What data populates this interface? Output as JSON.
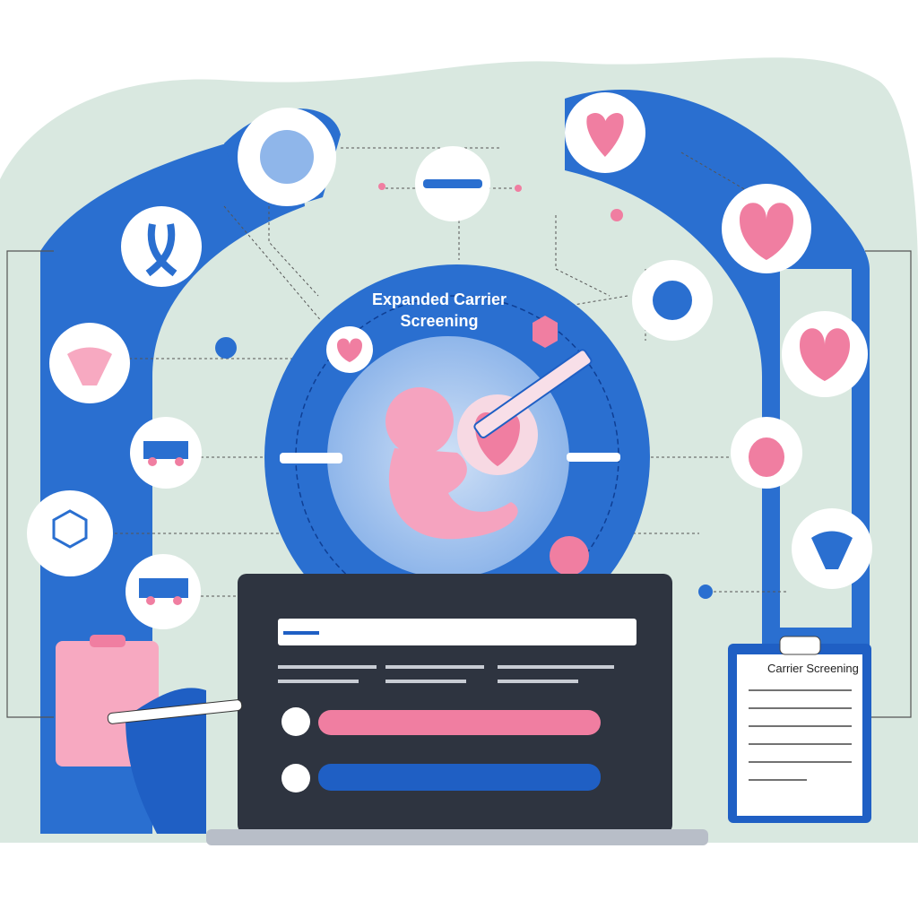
{
  "center": {
    "title_line1": "Expanded Carrier",
    "title_line2": "Screening"
  },
  "clipboard_right": {
    "heading": "Carrier Screening"
  },
  "colors": {
    "background": "#d9e8e0",
    "arch_blue": "#2a6fd0",
    "deep_blue": "#1f5fc4",
    "pink": "#f07ea1",
    "light_pink": "#f8b6c8",
    "laptop_dark": "#2e3440"
  },
  "icons": [
    "globe-icon",
    "syringe-icon",
    "dna-heart-icon",
    "awareness-ribbon-icon",
    "heart-icon",
    "virus-icon",
    "uterus-icon",
    "truck-icon",
    "molecule-icon",
    "ambulance-icon",
    "heart-pink-icon",
    "ovary-icon",
    "uterus-right-icon",
    "fetus-icon",
    "heart-check-icon"
  ],
  "laptop": {
    "bar_pink_level": 0.9,
    "bar_blue_level": 0.9
  }
}
